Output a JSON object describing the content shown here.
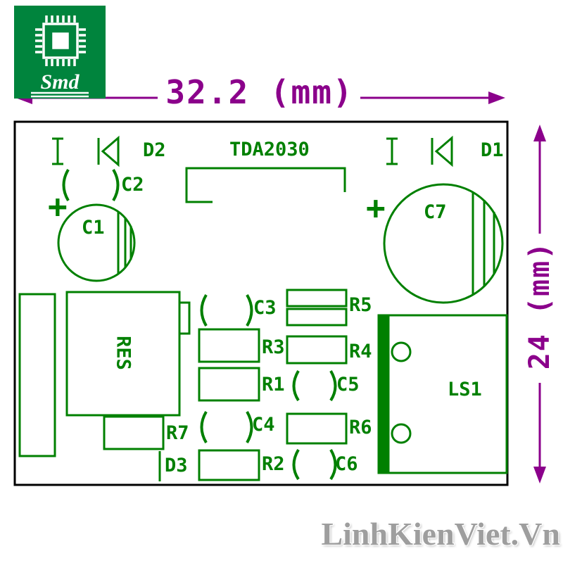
{
  "logo": {
    "text": "Smd"
  },
  "dimensions": {
    "width": "32.2 (mm)",
    "height": "24 (mm)"
  },
  "board": {
    "ic": "TDA2030",
    "polarity_plus": "+",
    "components": {
      "d2": "D2",
      "d1": "D1",
      "c1": "C1",
      "c2": "C2",
      "c3": "C3",
      "c4": "C4",
      "c5": "C5",
      "c6": "C6",
      "c7": "C7",
      "r1": "R1",
      "r2": "R2",
      "r3": "R3",
      "r4": "R4",
      "r5": "R5",
      "r6": "R6",
      "r7": "R7",
      "d3": "D3",
      "res": "RES",
      "ls1": "LS1"
    }
  },
  "watermark": "LinhKienViet.Vn",
  "colors": {
    "silkscreen": "#008000",
    "dimension": "#8B008B",
    "board_outline": "#000000",
    "logo_background": "#00843D",
    "watermark": "#9E9E9E"
  }
}
